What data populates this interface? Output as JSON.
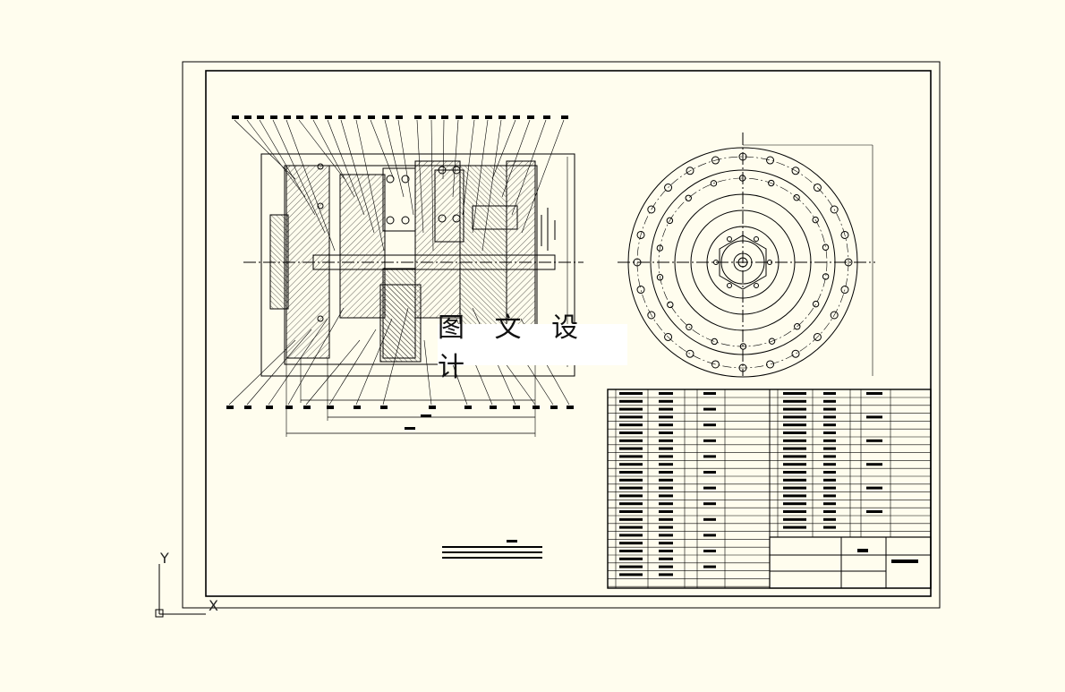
{
  "watermark": {
    "text": "图 文 设 计"
  },
  "ucs": {
    "x_label": "X",
    "y_label": "Y"
  },
  "colors": {
    "background": "#fffdee",
    "ink": "#000000",
    "watermark_bg": "#ffffff"
  }
}
